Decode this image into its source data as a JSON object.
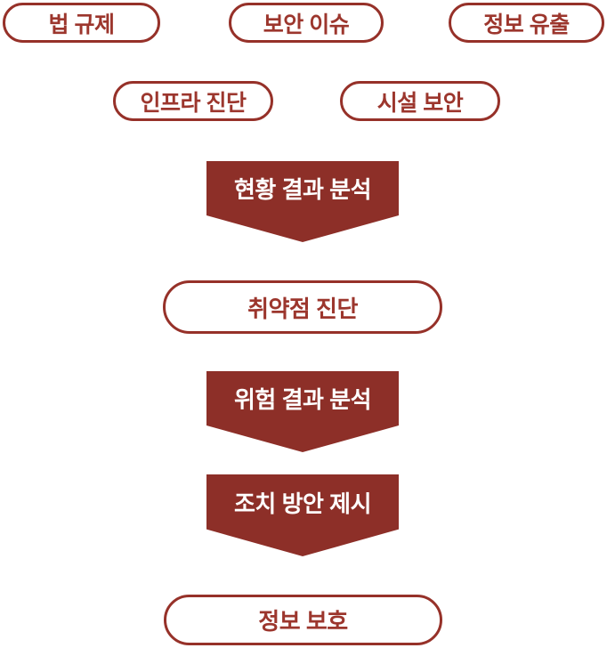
{
  "diagram": {
    "title": "security-diagnosis-process-flow",
    "colors": {
      "banner_fill": "#8d2f28",
      "pill_border": "#963129",
      "pill_text": "#9c362d",
      "banner_text": "#ffffff",
      "background": "#ffffff"
    },
    "issues_row1": [
      {
        "label": "법 규제"
      },
      {
        "label": "보안 이슈"
      },
      {
        "label": "정보 유출"
      }
    ],
    "issues_row2": [
      {
        "label": "인프라 진단"
      },
      {
        "label": "시설 보안"
      }
    ],
    "steps": [
      {
        "type": "banner",
        "label": "현황 결과 분석"
      },
      {
        "type": "pill",
        "label": "취약점 진단"
      },
      {
        "type": "banner",
        "label": "위험 결과 분석"
      },
      {
        "type": "banner",
        "label": "조치 방안 제시"
      },
      {
        "type": "pill",
        "label": "정보 보호"
      }
    ]
  }
}
